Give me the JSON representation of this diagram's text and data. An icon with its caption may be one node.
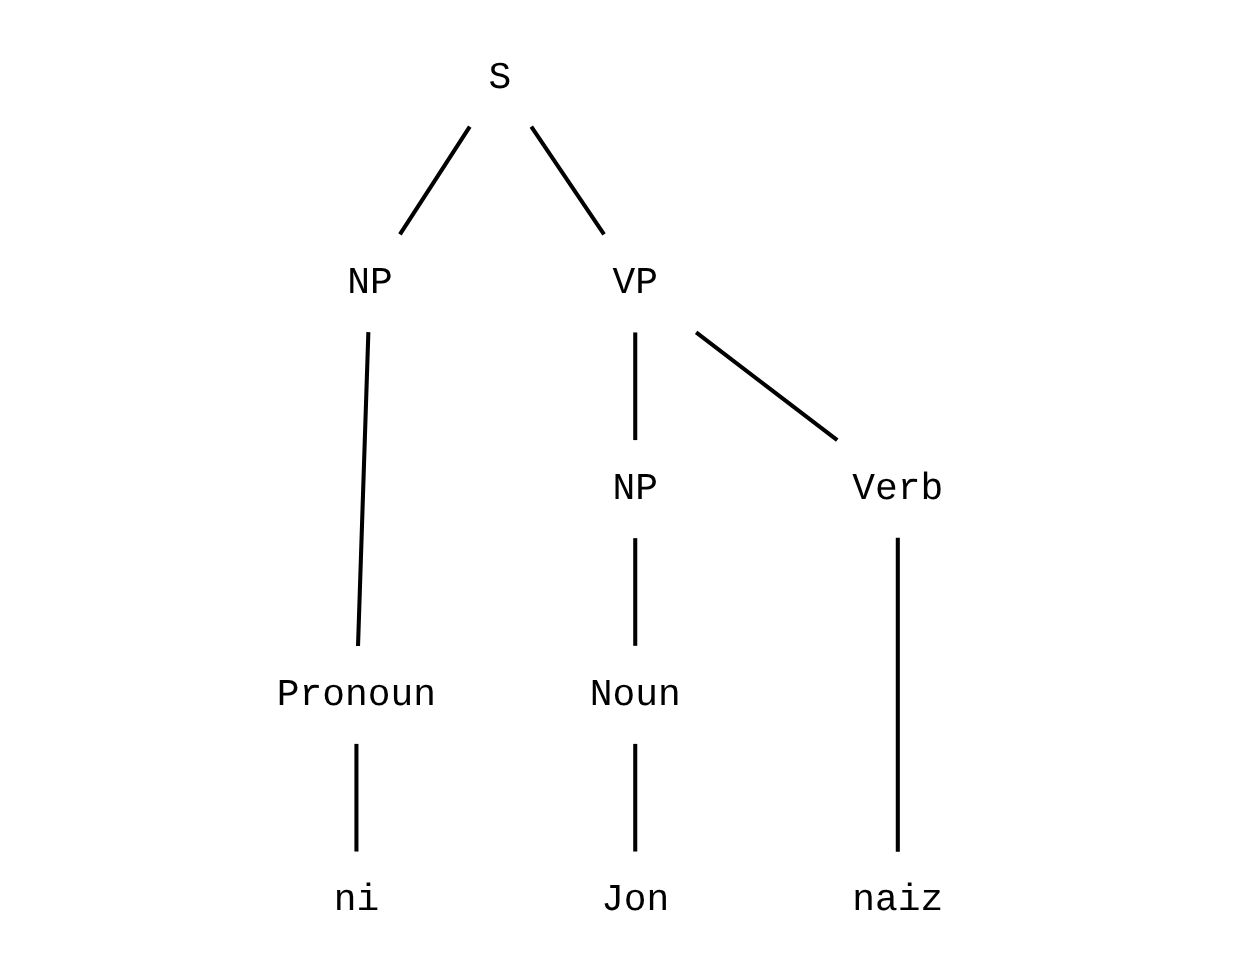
{
  "diagram": {
    "nodes": [
      {
        "text": [
          "S"
        ]
      },
      {
        "text": [
          "NP"
        ]
      },
      {
        "text": [
          "VP"
        ]
      },
      {
        "text": [
          "NP"
        ]
      },
      {
        "text": [
          "Verb"
        ]
      },
      {
        "text": [
          "Pronoun"
        ]
      },
      {
        "text": [
          "Noun"
        ]
      },
      {
        "text": [
          "ni"
        ]
      },
      {
        "text": [
          "Jon"
        ]
      },
      {
        "text": [
          "naiz"
        ]
      }
    ],
    "edges": [
      {
        "from": 0,
        "to": 1,
        "arrow": "none"
      },
      {
        "from": 0,
        "to": 2,
        "arrow": "none"
      },
      {
        "from": 1,
        "to": 5,
        "arrow": "none"
      },
      {
        "from": 2,
        "to": 3,
        "arrow": "none"
      },
      {
        "from": 2,
        "to": 4,
        "arrow": "none"
      },
      {
        "from": 3,
        "to": 6,
        "arrow": "none"
      },
      {
        "from": 5,
        "to": 7,
        "arrow": "none"
      },
      {
        "from": 6,
        "to": 8,
        "arrow": "none"
      },
      {
        "from": 4,
        "to": 9,
        "arrow": "none"
      }
    ]
  }
}
